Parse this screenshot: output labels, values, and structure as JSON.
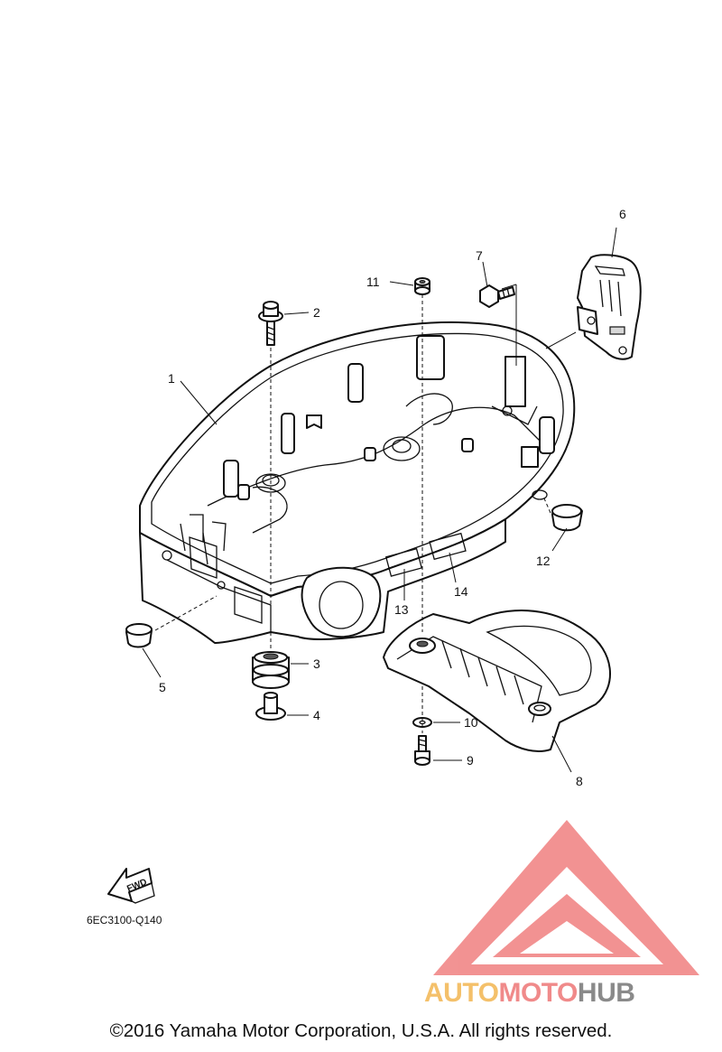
{
  "diagram": {
    "callouts": [
      "1",
      "2",
      "3",
      "4",
      "5",
      "6",
      "7",
      "8",
      "9",
      "10",
      "11",
      "12",
      "13",
      "14"
    ],
    "fwd_label": "FWD",
    "reference_code": "6EC3100-Q140",
    "copyright": "©2016 Yamaha Motor Corporation, U.S.A. All rights reserved."
  },
  "watermark": {
    "part1": "AUTO",
    "part2": "MOTO",
    "part3": "HUB",
    "colors": {
      "part1": "#f4c06a",
      "part2": "#f08a8a",
      "part3": "#8a8a8a",
      "logo": "#f08080"
    }
  }
}
